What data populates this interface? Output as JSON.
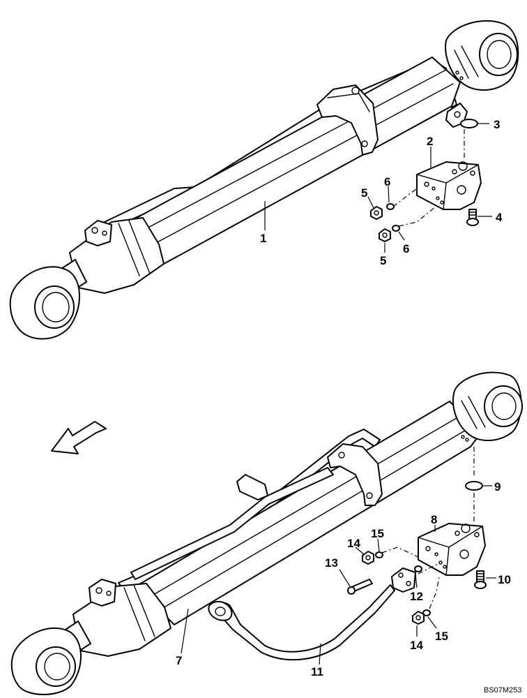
{
  "diagram": {
    "top_assembly": {
      "callouts": {
        "c1": "1",
        "c2": "2",
        "c3": "3",
        "c4": "4",
        "c5a": "5",
        "c5b": "5",
        "c6a": "6",
        "c6b": "6"
      }
    },
    "bottom_assembly": {
      "callouts": {
        "c7": "7",
        "c8": "8",
        "c9": "9",
        "c10": "10",
        "c11": "11",
        "c12": "12",
        "c13": "13",
        "c14a": "14",
        "c14b": "14",
        "c15a": "15",
        "c15b": "15"
      },
      "direction_arrow_icon": "arrow-down-left-icon"
    },
    "drawing_code": "BS07M253"
  }
}
